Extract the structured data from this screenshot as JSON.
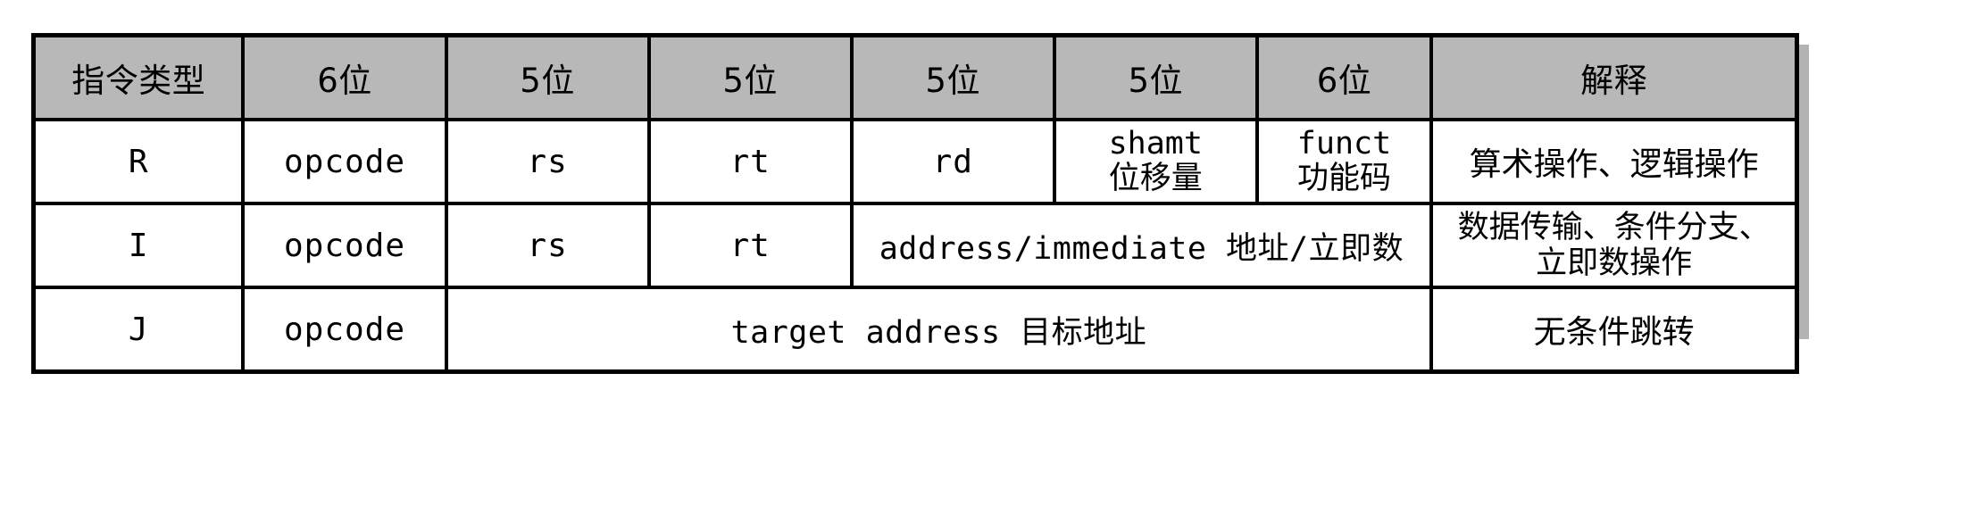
{
  "table": {
    "caption": "",
    "headers": [
      "指令类型",
      "6位",
      "5位",
      "5位",
      "5位",
      "5位",
      "6位",
      "解释"
    ],
    "rows": [
      {
        "type": "R",
        "cells": {
          "opcode": "opcode",
          "rs": "rs",
          "rt": "rt",
          "rd": "rd",
          "shamt_en": "shamt",
          "shamt_cn": "位移量",
          "funct_en": "funct",
          "funct_cn": "功能码",
          "explain": "算术操作、逻辑操作"
        }
      },
      {
        "type": "I",
        "cells": {
          "opcode": "opcode",
          "rs": "rs",
          "rt": "rt",
          "merged": "address/immediate 地址/立即数",
          "explain_line1": "数据传输、条件分支、",
          "explain_line2": "立即数操作"
        }
      },
      {
        "type": "J",
        "cells": {
          "opcode": "opcode",
          "merged": "target address 目标地址",
          "explain": "无条件跳转"
        }
      }
    ]
  },
  "colors": {
    "header_background": "#b8b8b8",
    "cell_background": "#ffffff",
    "border": "#000000",
    "shadow": "#b3b3b3",
    "page_background": "#ffffff"
  }
}
